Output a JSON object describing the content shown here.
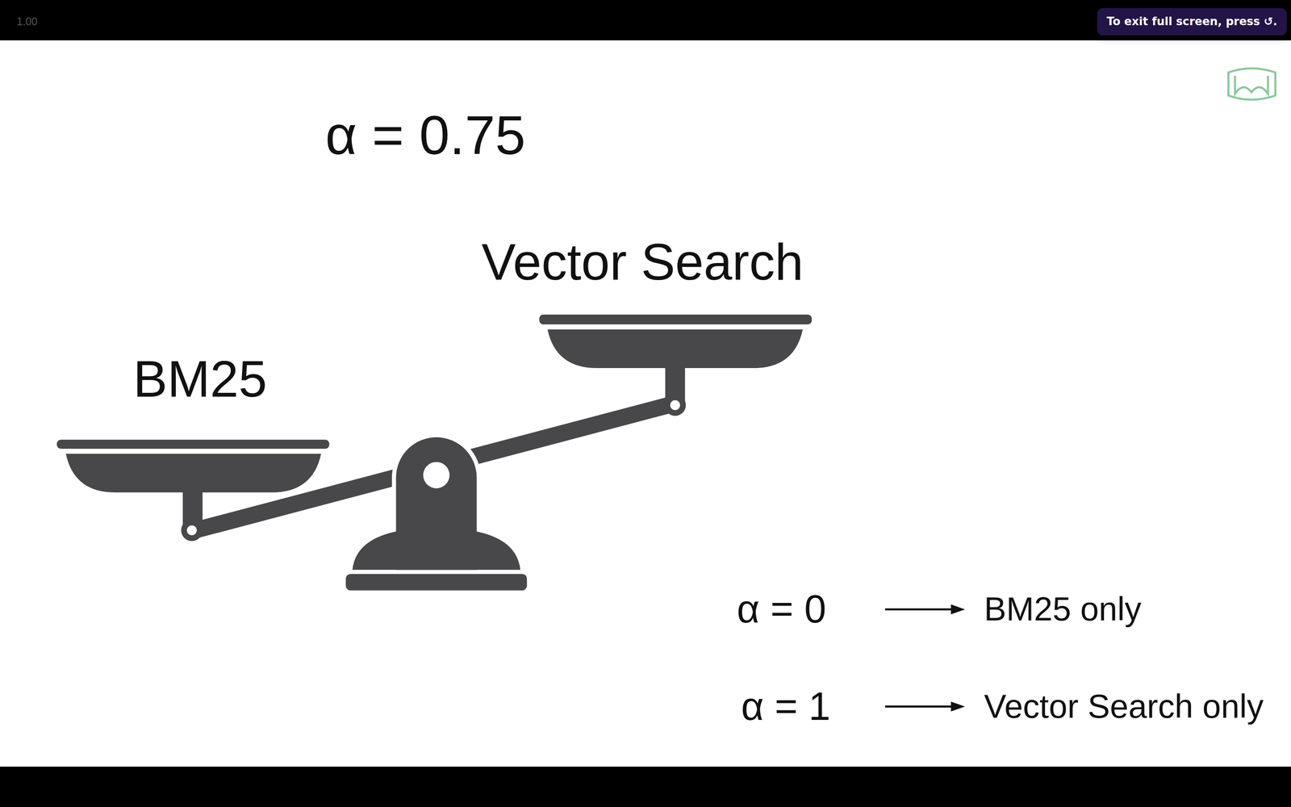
{
  "diagram": {
    "nodes": [
      {
        "text": [
          "To exit full screen, press ↺."
        ]
      }
    ],
    "labels": [
      "1.00",
      "α = 0.75",
      "Vector Search",
      "BM25",
      "α = 0",
      "BM25 only",
      "α = 1",
      "Vector Search only"
    ]
  }
}
